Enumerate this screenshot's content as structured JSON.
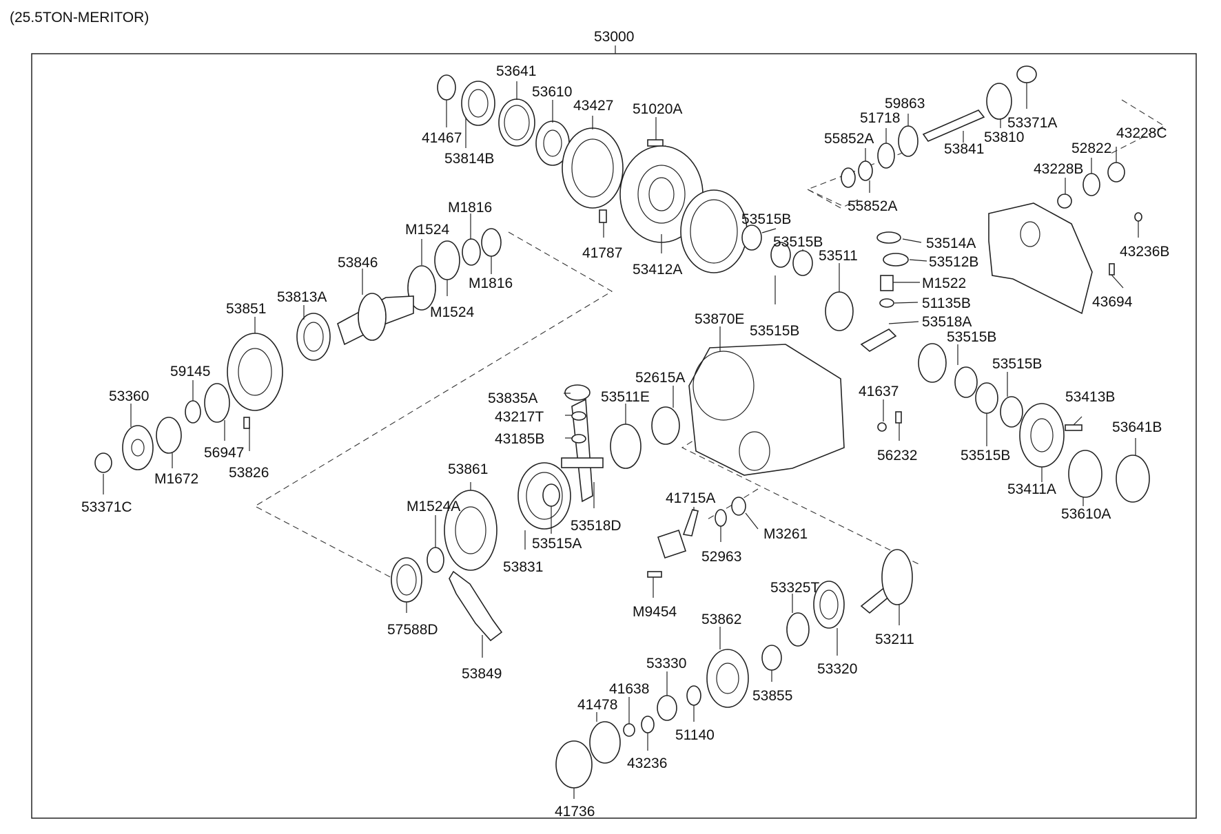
{
  "header": {
    "model": "(25.5TON-MERITOR)"
  },
  "assembly": {
    "number": "53000"
  },
  "parts": [
    {
      "id": "41467"
    },
    {
      "id": "53641"
    },
    {
      "id": "53610"
    },
    {
      "id": "43427"
    },
    {
      "id": "51020A"
    },
    {
      "id": "53814B"
    },
    {
      "id": "41787"
    },
    {
      "id": "53412A"
    },
    {
      "id": "M1816"
    },
    {
      "id": "M1524"
    },
    {
      "id": "53846"
    },
    {
      "id": "M1816"
    },
    {
      "id": "M1524"
    },
    {
      "id": "53851"
    },
    {
      "id": "53813A"
    },
    {
      "id": "59145"
    },
    {
      "id": "53360"
    },
    {
      "id": "56947"
    },
    {
      "id": "M1672"
    },
    {
      "id": "53826"
    },
    {
      "id": "53371C"
    },
    {
      "id": "53835A"
    },
    {
      "id": "43217T"
    },
    {
      "id": "43185B"
    },
    {
      "id": "53511E"
    },
    {
      "id": "52615A"
    },
    {
      "id": "53870E"
    },
    {
      "id": "53515B"
    },
    {
      "id": "53515B"
    },
    {
      "id": "53511"
    },
    {
      "id": "53515B"
    },
    {
      "id": "53514A"
    },
    {
      "id": "53512B"
    },
    {
      "id": "M1522"
    },
    {
      "id": "51135B"
    },
    {
      "id": "53518A"
    },
    {
      "id": "53515B"
    },
    {
      "id": "53515B"
    },
    {
      "id": "41637"
    },
    {
      "id": "56232"
    },
    {
      "id": "53515B"
    },
    {
      "id": "53413B"
    },
    {
      "id": "53641B"
    },
    {
      "id": "53411A"
    },
    {
      "id": "53610A"
    },
    {
      "id": "59863"
    },
    {
      "id": "51718"
    },
    {
      "id": "55852A"
    },
    {
      "id": "55852A"
    },
    {
      "id": "53841"
    },
    {
      "id": "53810"
    },
    {
      "id": "53371A"
    },
    {
      "id": "43228C"
    },
    {
      "id": "52822"
    },
    {
      "id": "43228B"
    },
    {
      "id": "43236B"
    },
    {
      "id": "43694"
    },
    {
      "id": "53861"
    },
    {
      "id": "M1524A"
    },
    {
      "id": "53518D"
    },
    {
      "id": "53515A"
    },
    {
      "id": "53831"
    },
    {
      "id": "57588D"
    },
    {
      "id": "53849"
    },
    {
      "id": "41715A"
    },
    {
      "id": "M3261"
    },
    {
      "id": "52963"
    },
    {
      "id": "M9454"
    },
    {
      "id": "53325T"
    },
    {
      "id": "53211"
    },
    {
      "id": "53862"
    },
    {
      "id": "53320"
    },
    {
      "id": "53855"
    },
    {
      "id": "53330"
    },
    {
      "id": "41638"
    },
    {
      "id": "41478"
    },
    {
      "id": "51140"
    },
    {
      "id": "43236"
    },
    {
      "id": "41736"
    }
  ]
}
